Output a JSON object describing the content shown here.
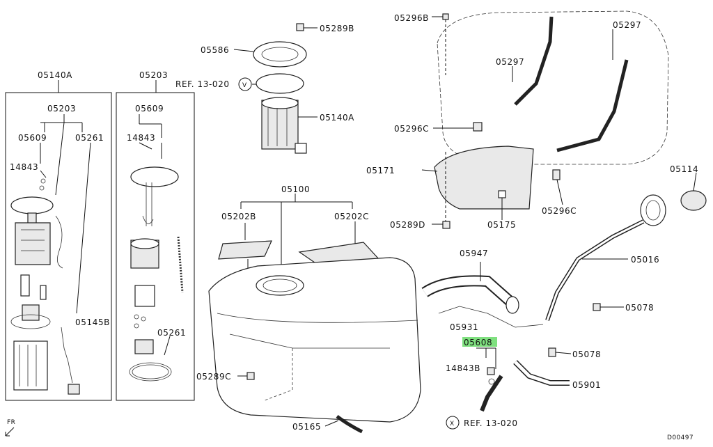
{
  "diagram": {
    "highlight_color": "#7fe07f",
    "labels": {
      "l_05140A_box": "05140A",
      "l_05203_left": "05203",
      "l_05609_left": "05609",
      "l_05261_left": "05261",
      "l_14843_left": "14843",
      "l_05145B": "05145B",
      "l_05203_box": "05203",
      "l_05609_right": "05609",
      "l_14843_right": "14843",
      "l_05261_right": "05261",
      "l_05586": "05586",
      "l_05289B": "05289B",
      "l_ref_v": "REF. 13-020",
      "l_v": "V",
      "l_05140A_main": "05140A",
      "l_05100": "05100",
      "l_05202B": "05202B",
      "l_05202C": "05202C",
      "l_05289C": "05289C",
      "l_05165": "05165",
      "l_05296B": "05296B",
      "l_05297_top": "05297",
      "l_05297_mid": "05297",
      "l_05296C_left": "05296C",
      "l_05171": "05171",
      "l_05289D": "05289D",
      "l_05175": "05175",
      "l_05296C_right": "05296C",
      "l_05114": "05114",
      "l_05016": "05016",
      "l_05947": "05947",
      "l_05078_top": "05078",
      "l_05931": "05931",
      "l_05608": "05608",
      "l_05078_bottom": "05078",
      "l_14843B": "14843B",
      "l_05901": "05901",
      "l_ref_x": "REF. 13-020",
      "l_x": "X",
      "l_fr": "FR",
      "l_code": "D00497"
    }
  }
}
